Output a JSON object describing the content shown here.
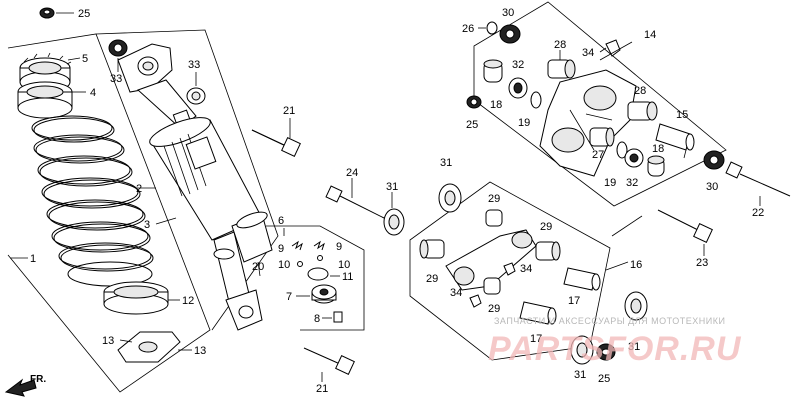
{
  "callouts": [
    {
      "id": "c25a",
      "text": "25"
    },
    {
      "id": "c5",
      "text": "5"
    },
    {
      "id": "c4",
      "text": "4"
    },
    {
      "id": "c2",
      "text": "2"
    },
    {
      "id": "c3",
      "text": "3"
    },
    {
      "id": "c1",
      "text": "1"
    },
    {
      "id": "c12",
      "text": "12"
    },
    {
      "id": "c13a",
      "text": "13"
    },
    {
      "id": "c13b",
      "text": "13"
    },
    {
      "id": "c33a",
      "text": "33"
    },
    {
      "id": "c33b",
      "text": "33"
    },
    {
      "id": "c21a",
      "text": "21"
    },
    {
      "id": "c6",
      "text": "6"
    },
    {
      "id": "c9a",
      "text": "9"
    },
    {
      "id": "c9b",
      "text": "9"
    },
    {
      "id": "c10a",
      "text": "10"
    },
    {
      "id": "c10b",
      "text": "10"
    },
    {
      "id": "c11",
      "text": "11"
    },
    {
      "id": "c7",
      "text": "7"
    },
    {
      "id": "c8",
      "text": "8"
    },
    {
      "id": "c20",
      "text": "20"
    },
    {
      "id": "c24",
      "text": "24"
    },
    {
      "id": "c31a",
      "text": "31"
    },
    {
      "id": "c21b",
      "text": "21"
    },
    {
      "id": "c30a",
      "text": "30"
    },
    {
      "id": "c26",
      "text": "26"
    },
    {
      "id": "c14",
      "text": "14"
    },
    {
      "id": "c28a",
      "text": "28"
    },
    {
      "id": "c34a",
      "text": "34"
    },
    {
      "id": "c32a",
      "text": "32"
    },
    {
      "id": "c18a",
      "text": "18"
    },
    {
      "id": "c28b",
      "text": "28"
    },
    {
      "id": "c25b",
      "text": "25"
    },
    {
      "id": "c19a",
      "text": "19"
    },
    {
      "id": "c15",
      "text": "15"
    },
    {
      "id": "c27",
      "text": "27"
    },
    {
      "id": "c19b",
      "text": "19"
    },
    {
      "id": "c32b",
      "text": "32"
    },
    {
      "id": "c18b",
      "text": "18"
    },
    {
      "id": "c30b",
      "text": "30"
    },
    {
      "id": "c22",
      "text": "22"
    },
    {
      "id": "c31b",
      "text": "31"
    },
    {
      "id": "c29a",
      "text": "29"
    },
    {
      "id": "c29b",
      "text": "29"
    },
    {
      "id": "c29c",
      "text": "29"
    },
    {
      "id": "c34b",
      "text": "34"
    },
    {
      "id": "c34c",
      "text": "34"
    },
    {
      "id": "c29d",
      "text": "29"
    },
    {
      "id": "c16",
      "text": "16"
    },
    {
      "id": "c17a",
      "text": "17"
    },
    {
      "id": "c17b",
      "text": "17"
    },
    {
      "id": "c23",
      "text": "23"
    },
    {
      "id": "c31c",
      "text": "31"
    },
    {
      "id": "c31d",
      "text": "31"
    },
    {
      "id": "c25c",
      "text": "25"
    }
  ],
  "direction_label": "FR.",
  "watermark": {
    "caption": "ЗАПЧАСТИ И АКСЕССУАРЫ ДЛЯ МОТОТЕХНИКИ",
    "brand": "PARTSFOR.RU"
  }
}
